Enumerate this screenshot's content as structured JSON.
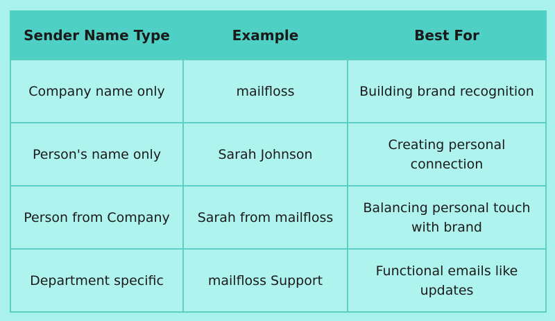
{
  "table": {
    "headers": [
      "Sender Name Type",
      "Example",
      "Best For"
    ],
    "rows": [
      [
        "Company name only",
        "mailfloss",
        "Building brand recognition"
      ],
      [
        "Person's name only",
        "Sarah Johnson",
        "Creating personal connection"
      ],
      [
        "Person from Company",
        "Sarah from mailfloss",
        "Balancing personal touch with brand"
      ],
      [
        "Department specific",
        "mailfloss Support",
        "Functional emails like updates"
      ]
    ]
  },
  "colors": {
    "background": "#a9f1ec",
    "header_fill": "#4fd0c4",
    "cell_fill": "#aef3ee",
    "border": "#5bcfc4"
  }
}
